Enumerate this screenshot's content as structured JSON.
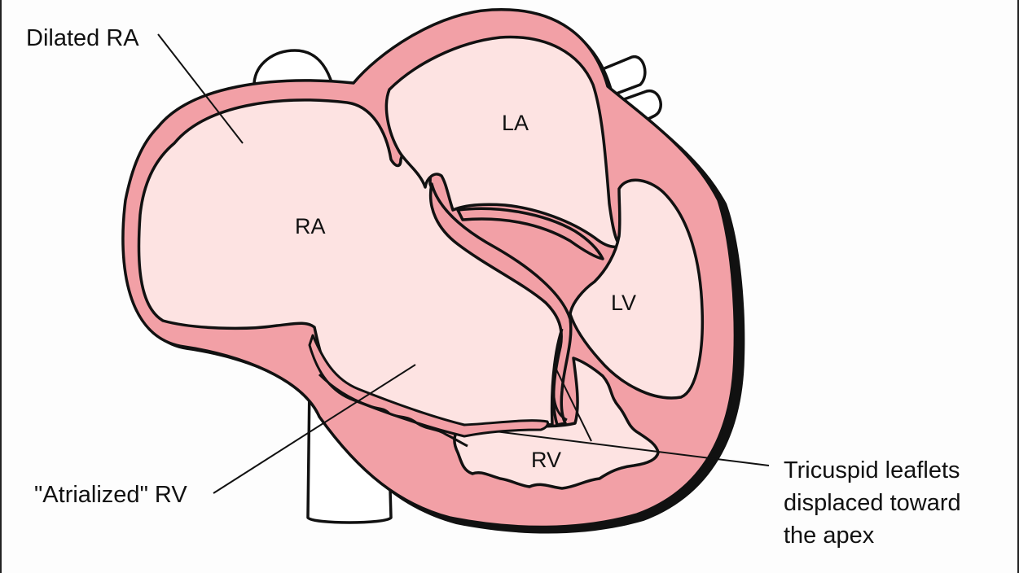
{
  "labels": {
    "dilated_ra": "Dilated RA",
    "ra": "RA",
    "la": "LA",
    "lv": "LV",
    "rv": "RV",
    "atrialized_rv": "\"Atrialized\" RV",
    "tricuspid_line1": "Tricuspid leaflets",
    "tricuspid_line2": "displaced toward",
    "tricuspid_line3": "the apex"
  },
  "colors": {
    "wall": "#f2a0a6",
    "chamber": "#fde3e2",
    "outline": "#111111",
    "vessel": "#ffffff"
  }
}
